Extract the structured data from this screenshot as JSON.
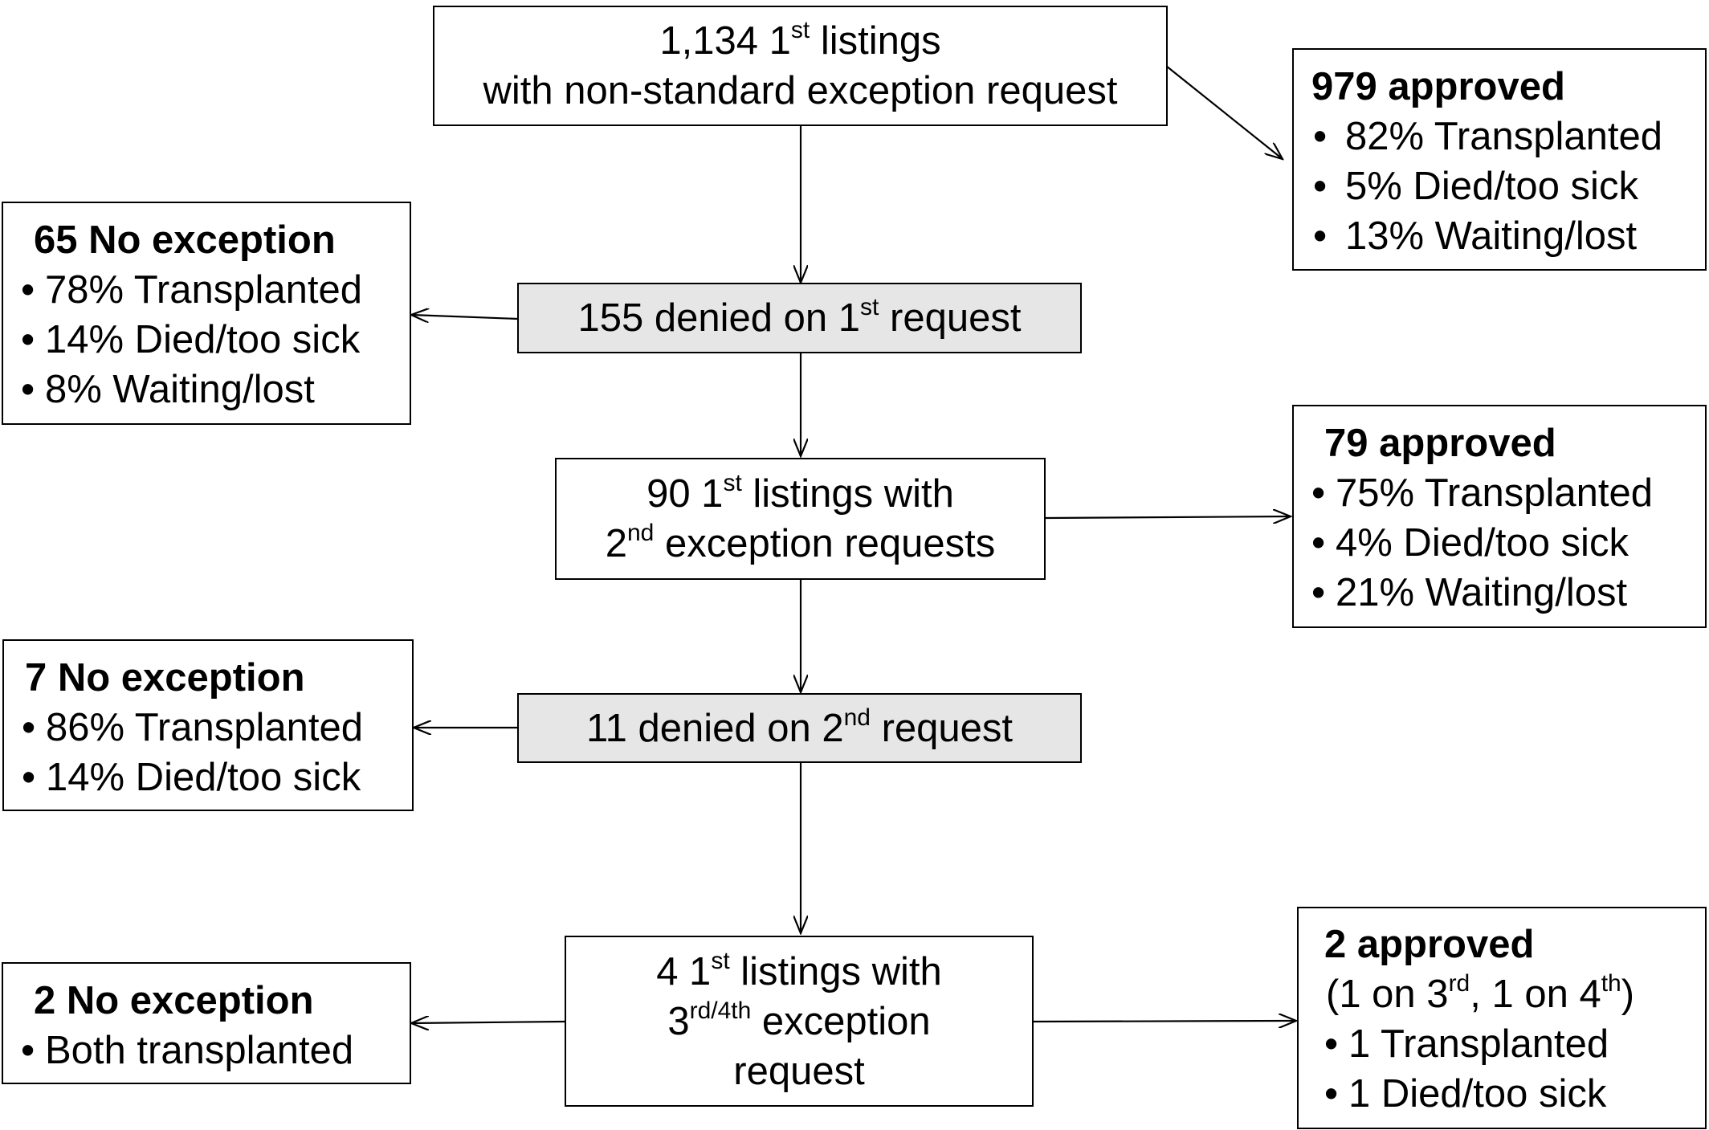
{
  "top": {
    "line1": {
      "pre": "1,134 1",
      "sup": "st",
      "post": " listings"
    },
    "line2": "with non-standard exception request"
  },
  "approved1": {
    "title": "979 approved",
    "items": [
      "82% Transplanted",
      "5% Died/too sick",
      "13% Waiting/lost"
    ]
  },
  "denied1": {
    "pre": "155 denied on 1",
    "sup": "st",
    "post": " request"
  },
  "noexc1": {
    "title": "65 No exception",
    "items": [
      "78% Transplanted",
      "14% Died/too sick",
      "8% Waiting/lost"
    ]
  },
  "second": {
    "line1": {
      "pre": "90 1",
      "sup": "st",
      "post": " listings with"
    },
    "line2": {
      "pre": "2",
      "sup": "nd",
      "post": " exception requests"
    }
  },
  "approved2": {
    "title": "79 approved",
    "items": [
      "75% Transplanted",
      "4% Died/too sick",
      "21% Waiting/lost"
    ]
  },
  "denied2": {
    "pre": "11 denied on 2",
    "sup": "nd",
    "post": " request"
  },
  "noexc2": {
    "title": "7 No exception",
    "items": [
      "86% Transplanted",
      "14% Died/too sick"
    ]
  },
  "third": {
    "line1": {
      "pre": "4 1",
      "sup": "st",
      "post": " listings with"
    },
    "line2": {
      "pre": "3",
      "sup": "rd/4th",
      "post": " exception"
    },
    "line3": "request"
  },
  "noexc3": {
    "title": "2 No exception",
    "items": [
      "Both transplanted"
    ]
  },
  "approved3": {
    "title": "2 approved",
    "sub": {
      "a": "(1 on 3",
      "a_sup": "rd",
      "b": ", 1 on 4",
      "b_sup": "th",
      "c": ")"
    },
    "items": [
      "1 Transplanted",
      "1 Died/too sick"
    ]
  },
  "bullet_char": "•"
}
